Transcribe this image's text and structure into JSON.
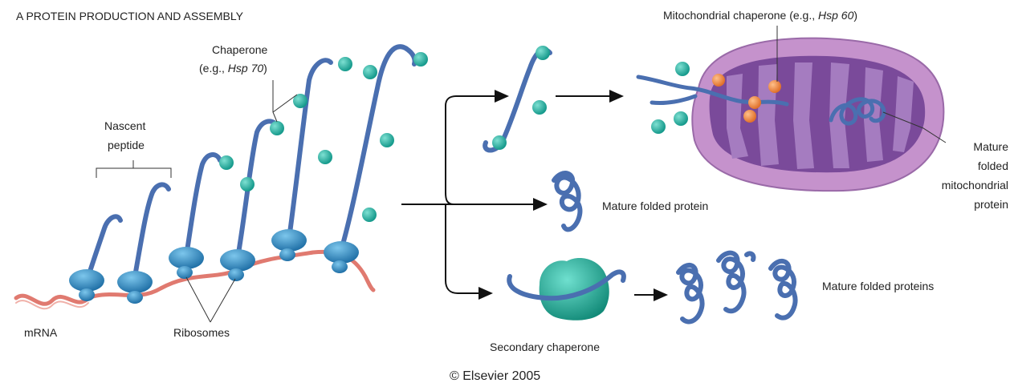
{
  "panel_title": "A  PROTEIN PRODUCTION AND ASSEMBLY",
  "labels": {
    "chaperone_line1": "Chaperone",
    "chaperone_line2_prefix": "(e.g., ",
    "chaperone_line2_italic": "Hsp 70",
    "chaperone_line2_suffix": ")",
    "nascent_line1": "Nascent",
    "nascent_line2": "peptide",
    "mrna": "mRNA",
    "ribosomes": "Ribosomes",
    "mito_chaperone_prefix": "Mitochondrial chaperone (e.g., ",
    "mito_chaperone_italic": "Hsp 60",
    "mito_chaperone_suffix": ")",
    "mature_mito_line1": "Mature",
    "mature_mito_line2": "folded",
    "mature_mito_line3": "mitochondrial",
    "mature_mito_line4": "protein",
    "mature_folded_protein": "Mature folded protein",
    "secondary_chaperone": "Secondary chaperone",
    "mature_folded_proteins": "Mature folded proteins",
    "copyright": "© Elsevier 2005"
  },
  "colors": {
    "peptide": "#4a6fb0",
    "peptide_highlight": "#8fb0e0",
    "chaperone": "#22a89a",
    "ribosome": "#2f8fc4",
    "mrna": "#e07a70",
    "mito_outer": "#c592cc",
    "mito_inner": "#7a4a9a",
    "hsp60": "#f08a3a",
    "secondary_chaperone": "#1fa08e"
  }
}
